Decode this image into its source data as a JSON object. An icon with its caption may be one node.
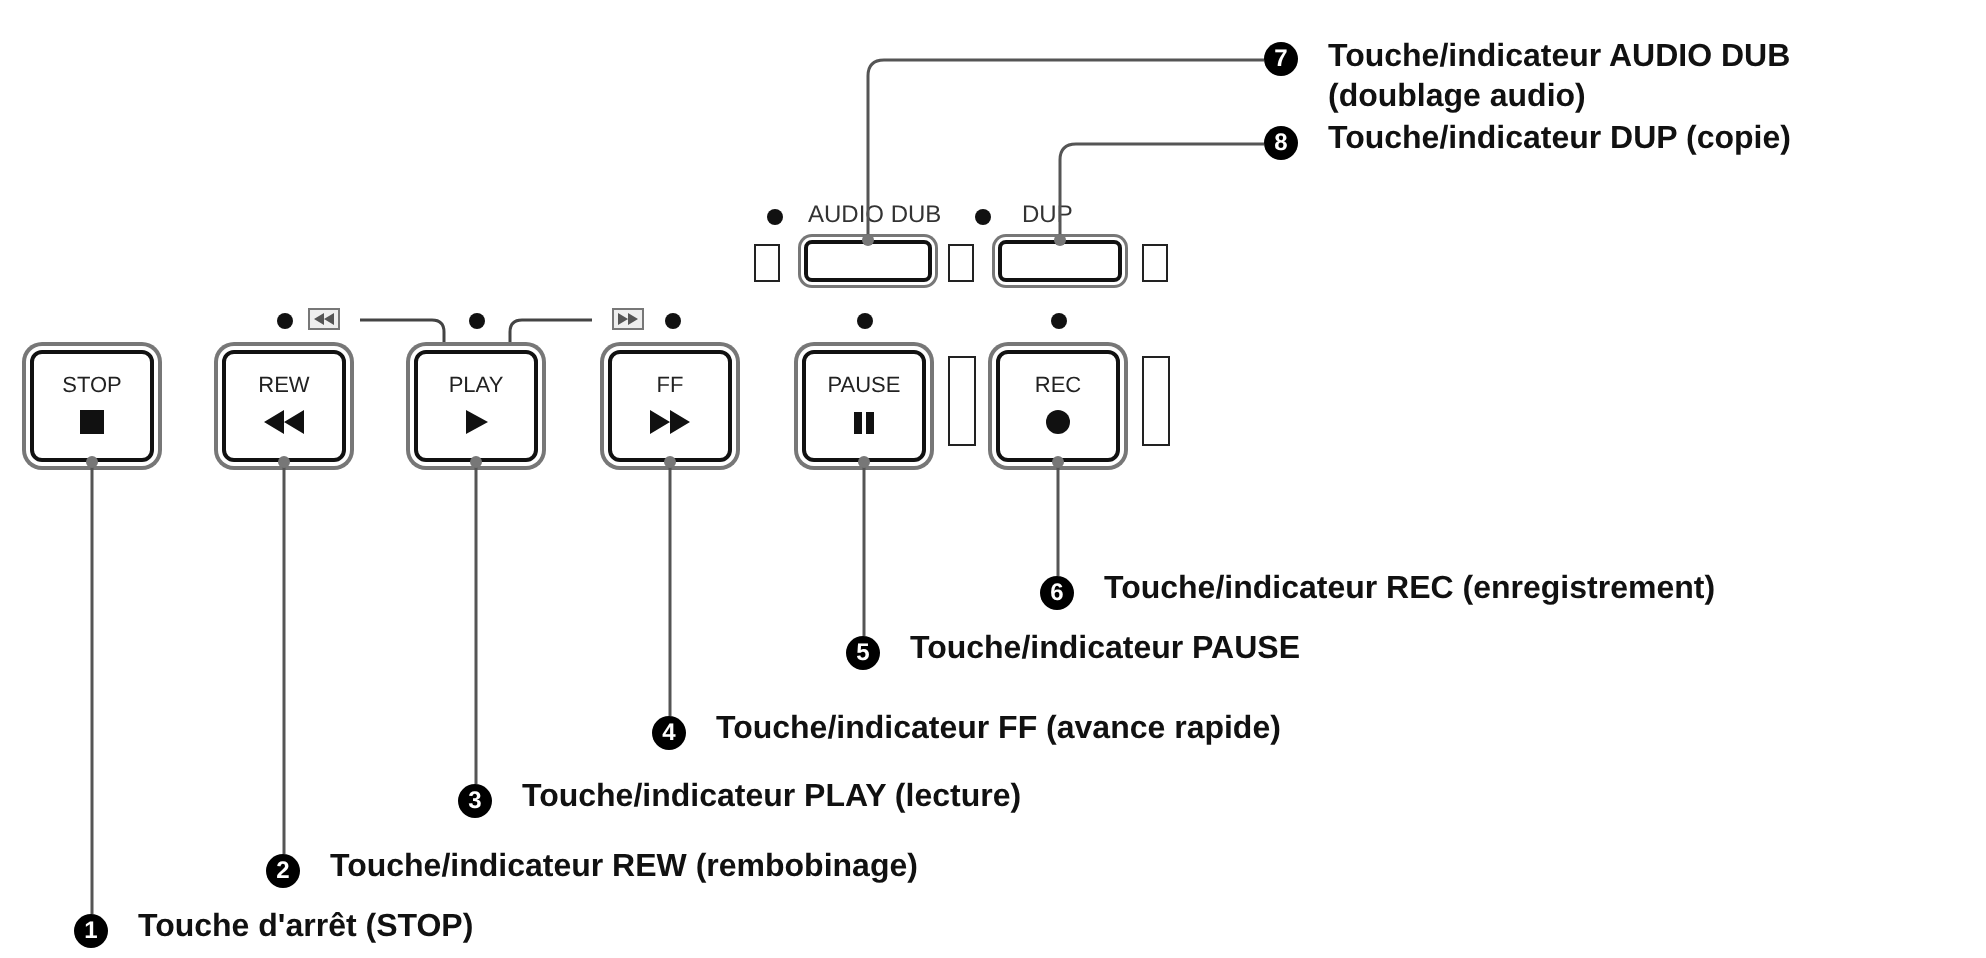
{
  "diagram": {
    "nodes": [
      {
        "text": [
          "STOP"
        ]
      },
      {
        "text": [
          "REW"
        ]
      },
      {
        "text": [
          "PLAY"
        ]
      },
      {
        "text": [
          "FF"
        ]
      },
      {
        "text": [
          "PAUSE"
        ]
      },
      {
        "text": [
          "REC"
        ]
      },
      {
        "text": [
          "AUDIO DUB"
        ]
      },
      {
        "text": [
          "DUP"
        ]
      },
      {
        "text": [
          "1",
          "Touche d'arrêt (STOP)"
        ]
      },
      {
        "text": [
          "2",
          "Touche/indicateur REW (rembobinage)"
        ]
      },
      {
        "text": [
          "3",
          "Touche/indicateur PLAY (lecture)"
        ]
      },
      {
        "text": [
          "4",
          "Touche/indicateur FF (avance rapide)"
        ]
      },
      {
        "text": [
          "5",
          "Touche/indicateur PAUSE"
        ]
      },
      {
        "text": [
          "6",
          "Touche/indicateur REC (enregistrement)"
        ]
      },
      {
        "text": [
          "7",
          "Touche/indicateur AUDIO DUB (doublage audio)"
        ]
      },
      {
        "text": [
          "8",
          "Touche/indicateur DUP (copie)"
        ]
      }
    ],
    "edges": [
      {
        "from": 8,
        "to": 0,
        "arrow": "other"
      },
      {
        "from": 9,
        "to": 1,
        "arrow": "other"
      },
      {
        "from": 10,
        "to": 2,
        "arrow": "other"
      },
      {
        "from": 11,
        "to": 3,
        "arrow": "other"
      },
      {
        "from": 12,
        "to": 4,
        "arrow": "other"
      },
      {
        "from": 13,
        "to": 5,
        "arrow": "other"
      },
      {
        "from": 14,
        "to": 6,
        "arrow": "other"
      },
      {
        "from": 15,
        "to": 7,
        "arrow": "other"
      }
    ]
  }
}
